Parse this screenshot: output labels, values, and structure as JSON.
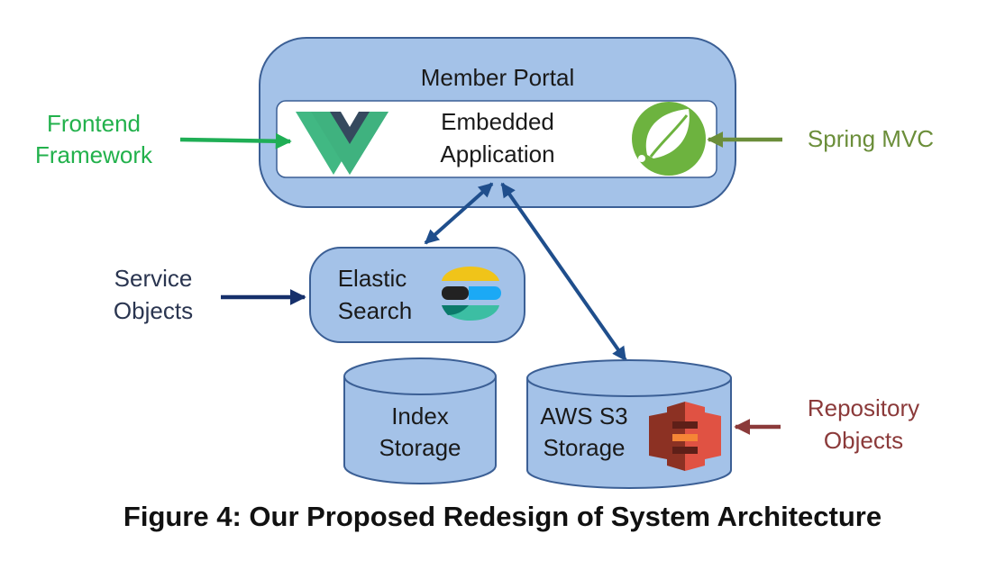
{
  "portal": {
    "title": "Member Portal"
  },
  "embedded": {
    "line1": "Embedded",
    "line2": "Application"
  },
  "frontend": {
    "line1": "Frontend",
    "line2": "Framework"
  },
  "spring": {
    "label": "Spring MVC"
  },
  "elastic": {
    "line1": "Elastic",
    "line2": "Search"
  },
  "service": {
    "line1": "Service",
    "line2": "Objects"
  },
  "index_storage": {
    "line1": "Index",
    "line2": "Storage"
  },
  "s3_storage": {
    "line1": "AWS S3",
    "line2": "Storage"
  },
  "repository": {
    "line1": "Repository",
    "line2": "Objects"
  },
  "caption": "Figure 4: Our Proposed Redesign of System Architecture",
  "icons": [
    "vue-logo-icon",
    "spring-leaf-icon",
    "elastic-logo-icon",
    "aws-s3-bucket-icon"
  ],
  "colors": {
    "container_fill": "#a4c2e8",
    "container_stroke": "#3b5f95",
    "frontend_green": "#22b14c",
    "spring_olive": "#6b8e3a",
    "service_navy": "#16306b",
    "repository_red": "#8b3a3a",
    "connector_blue": "#1f4e8c"
  }
}
